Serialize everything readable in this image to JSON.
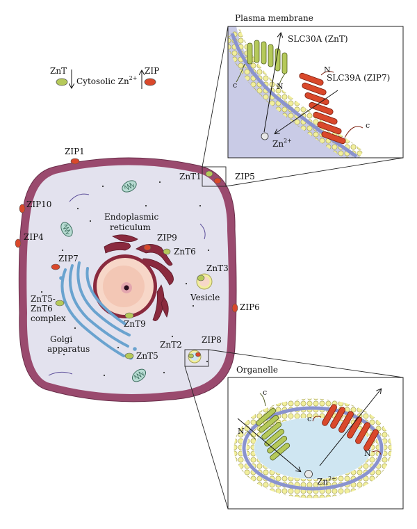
{
  "legend": {
    "znt": "ZnT",
    "cytosolic": "Cytosolic Zn",
    "cytosolic_sup": "2+",
    "zip": "ZIP"
  },
  "cell_labels": {
    "zip1": "ZIP1",
    "znt1": "ZnT1",
    "zip5": "ZIP5",
    "zip10": "ZIP10",
    "zip4": "ZIP4",
    "er_line1": "Endoplasmic",
    "er_line2": "reticulum",
    "zip9": "ZIP9",
    "znt6": "ZnT6",
    "zip7": "ZIP7",
    "znt3": "ZnT3",
    "vesicle": "Vesicle",
    "znt5_znt6_line1": "ZnT5-",
    "znt5_znt6_line2": "ZnT6",
    "znt5_znt6_line3": "complex",
    "zip6": "ZIP6",
    "znt9": "ZnT9",
    "golgi_line1": "Golgi",
    "golgi_line2": "apparatus",
    "znt5": "ZnT5",
    "znt2": "ZnT2",
    "zip8": "ZIP8"
  },
  "pm_inset": {
    "title": "Plasma membrane",
    "slc30a": "SLC30A (ZnT)",
    "slc39a": "SLC39A (ZIP7)",
    "n1": "N",
    "n2": "N",
    "c1": "c",
    "c2": "c",
    "zn": "Zn",
    "zn_sup": "2+"
  },
  "org_inset": {
    "title": "Organelle",
    "c1": "c",
    "c2": "c",
    "n1": "N",
    "n2": "N",
    "zn": "Zn",
    "zn_sup": "2+"
  },
  "colors": {
    "znt_green": "#b5c95a",
    "zip_red": "#d9482b",
    "cell_border": "#9a4a6e",
    "cytoplasm": "#e3e2ee",
    "membrane_yellow": "#f2ef9c",
    "membrane_blue": "#8a93cf",
    "organelle_fill": "#cfe6f2",
    "er_color": "#8a2a3e",
    "golgi_color": "#6aa3cf",
    "nucleus_fill": "#f7d7c8"
  }
}
